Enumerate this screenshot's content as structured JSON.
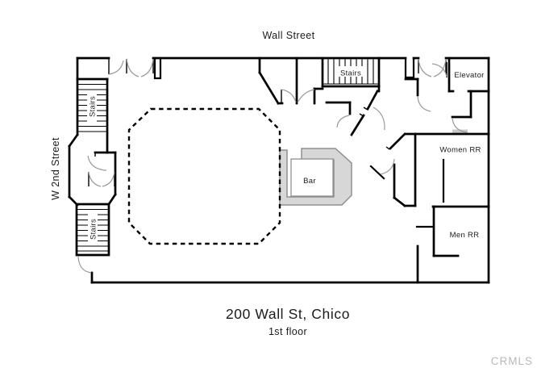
{
  "streets": {
    "top": "Wall Street",
    "left": "W 2nd Street"
  },
  "rooms": {
    "stairs_nw": "Stairs",
    "stairs_sw": "Stairs",
    "stairs_top": "Stairs",
    "elevator": "Elevator",
    "women_rr": "Women RR",
    "men_rr": "Men RR",
    "bar": "Bar"
  },
  "footer": {
    "title": "200 Wall St, Chico",
    "subtitle": "1st floor"
  },
  "watermark": "CRMLS",
  "colors": {
    "wall": "#000000",
    "door_arc": "#9a9a9a",
    "bar_fill": "#d7d7d7",
    "bar_outline": "#8f8f8f",
    "watermark": "#b9b9b9",
    "background": "#ffffff"
  }
}
